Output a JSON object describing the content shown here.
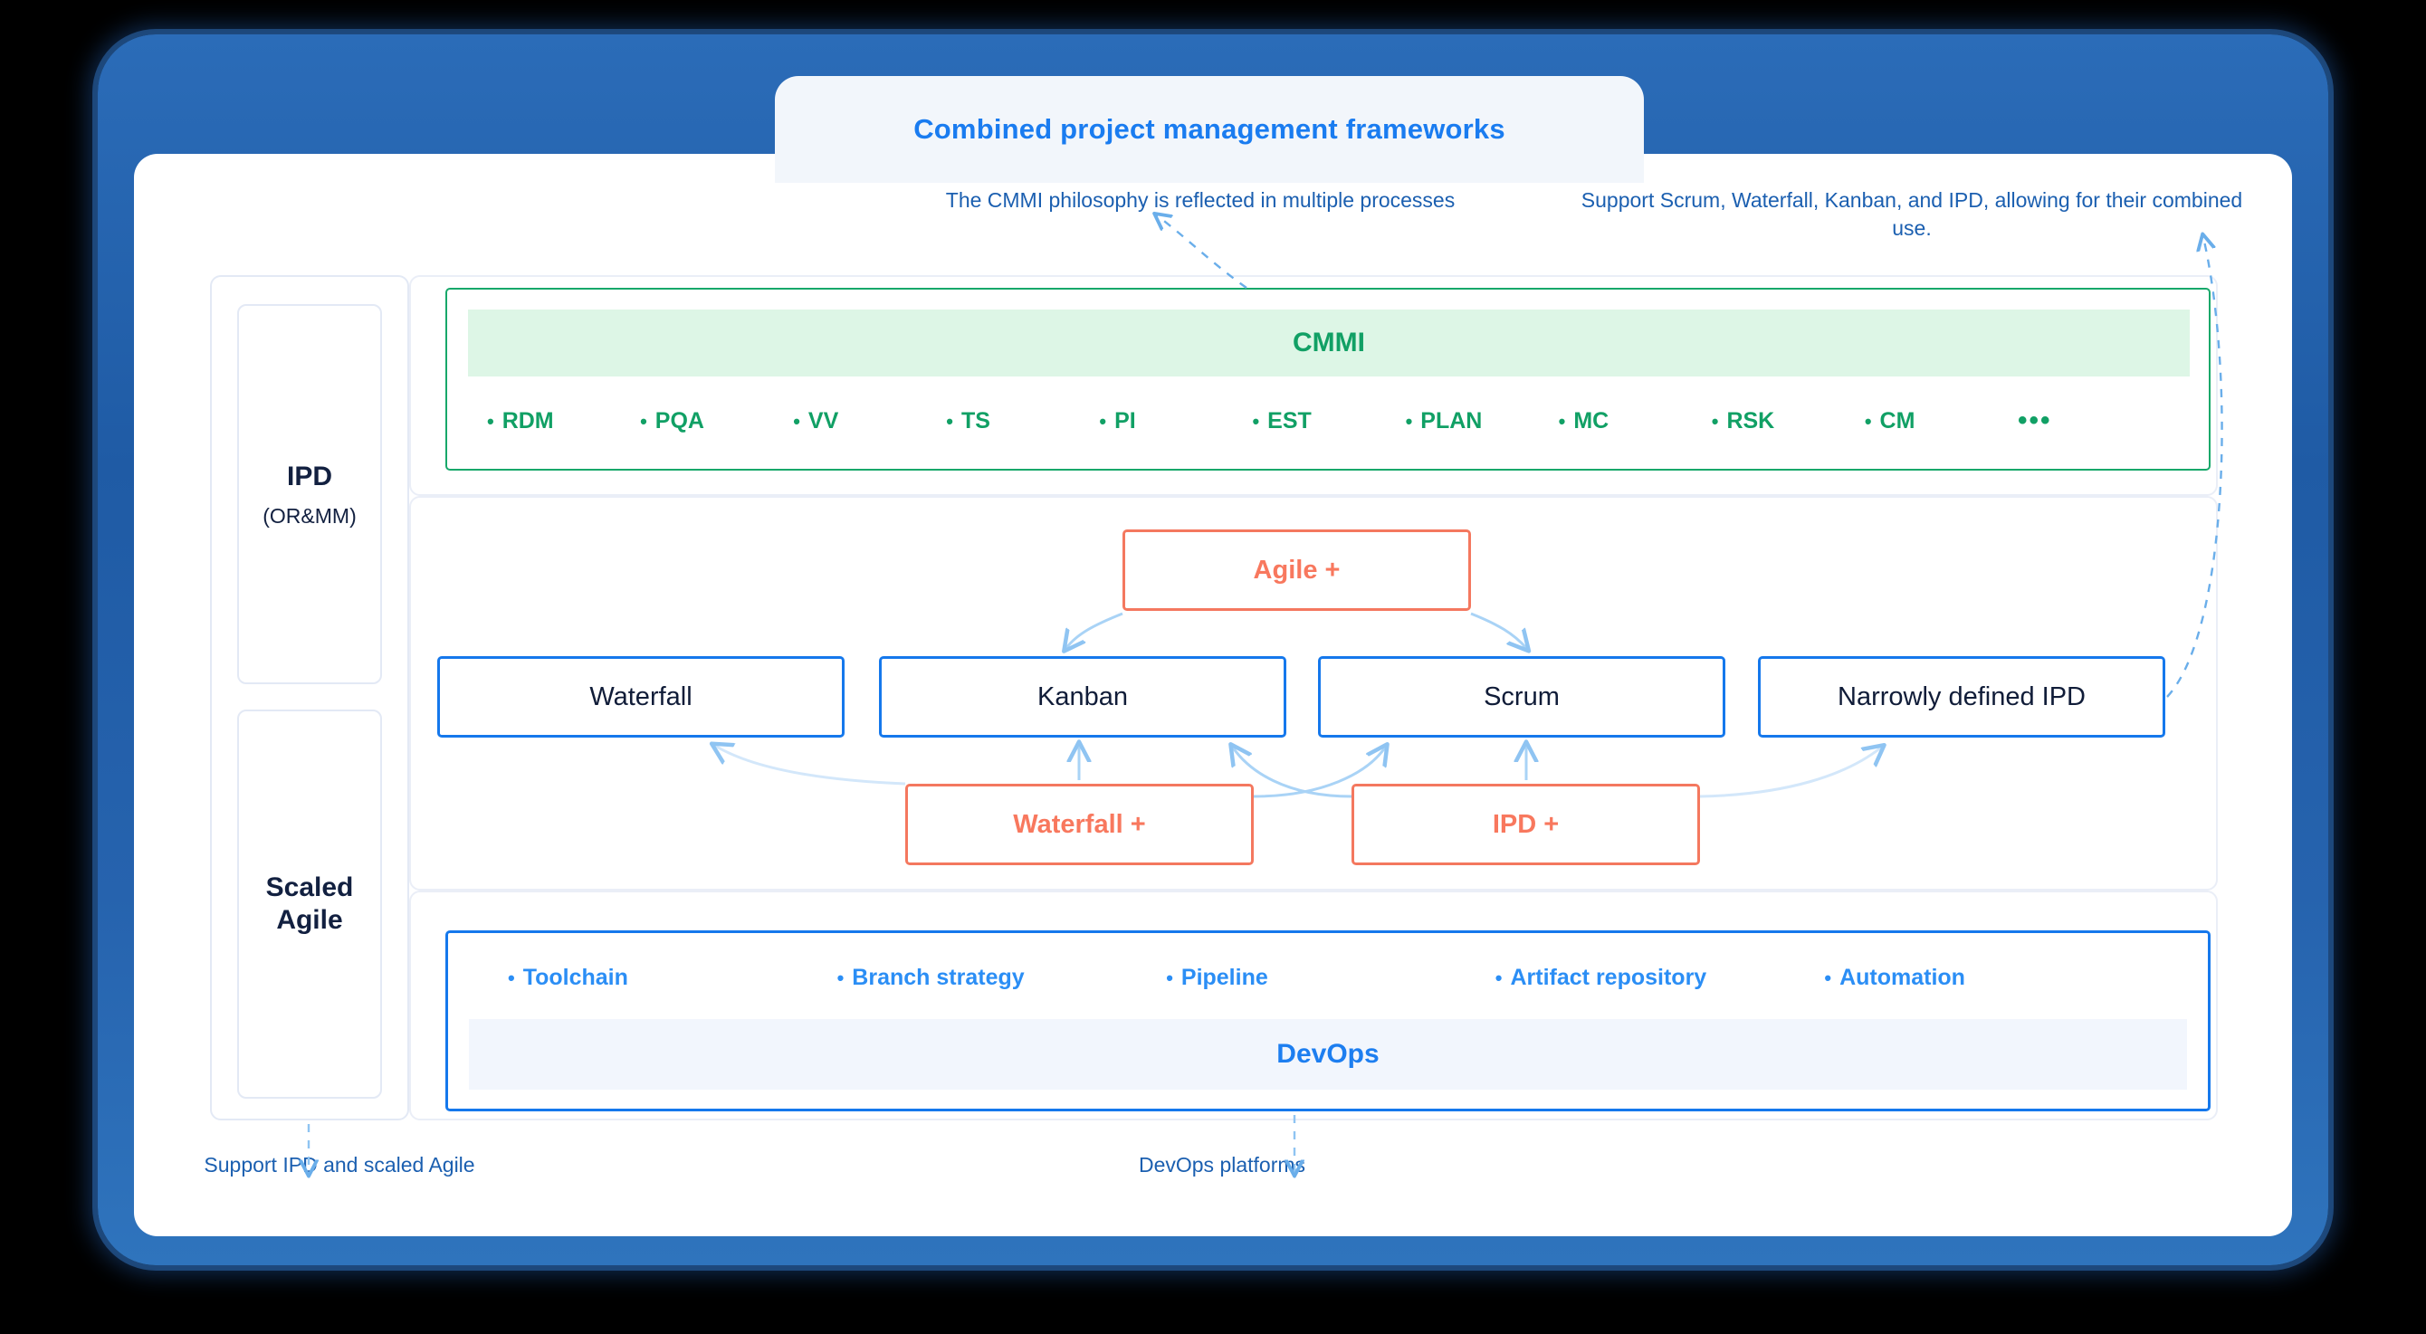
{
  "header": {
    "title": "Combined project management frameworks"
  },
  "annotations": {
    "cmmi_note": "The CMMI philosophy is reflected in multiple processes",
    "scrum_note": "Support Scrum, Waterfall, Kanban, and IPD, allowing for their combined use.",
    "ipd_note": "Support IPD and scaled Agile",
    "devops_note": "DevOps platforms"
  },
  "sidebar": {
    "ipd": {
      "title": "IPD",
      "subtitle": "(OR&MM)"
    },
    "scaled_agile": {
      "title": "Scaled Agile"
    }
  },
  "cmmi": {
    "banner_label": "CMMI",
    "items": [
      "RDM",
      "PQA",
      "VV",
      "TS",
      "PI",
      "EST",
      "PLAN",
      "MC",
      "RSK",
      "CM"
    ],
    "ellipsis": "•••",
    "bullet": "•"
  },
  "frameworks": {
    "boxes": [
      {
        "label": "Waterfall"
      },
      {
        "label": "Kanban"
      },
      {
        "label": "Scrum"
      },
      {
        "label": "Narrowly defined IPD"
      }
    ],
    "plus_boxes": [
      {
        "label": "Agile +"
      },
      {
        "label": "Waterfall +"
      },
      {
        "label": "IPD +"
      }
    ]
  },
  "devops": {
    "banner_label": "DevOps",
    "items": [
      "Toolchain",
      "Branch strategy",
      "Pipeline",
      "Artifact repository",
      "Automation"
    ],
    "bullet": "•"
  },
  "colors": {
    "frame_blue": "#2663ae",
    "title_blue": "#1a7cf0",
    "cmmi_green": "#11a065",
    "cmmi_green_bg": "#ddf6e6",
    "framework_blue": "#1578ec",
    "plus_orange": "#f8785e",
    "devops_blue": "#2b8ef5",
    "devops_bg": "#f2f6fd",
    "annotation_blue": "#1b5fb0",
    "navy_text": "#101c38",
    "arrow_blue": "#9ecbf5"
  }
}
